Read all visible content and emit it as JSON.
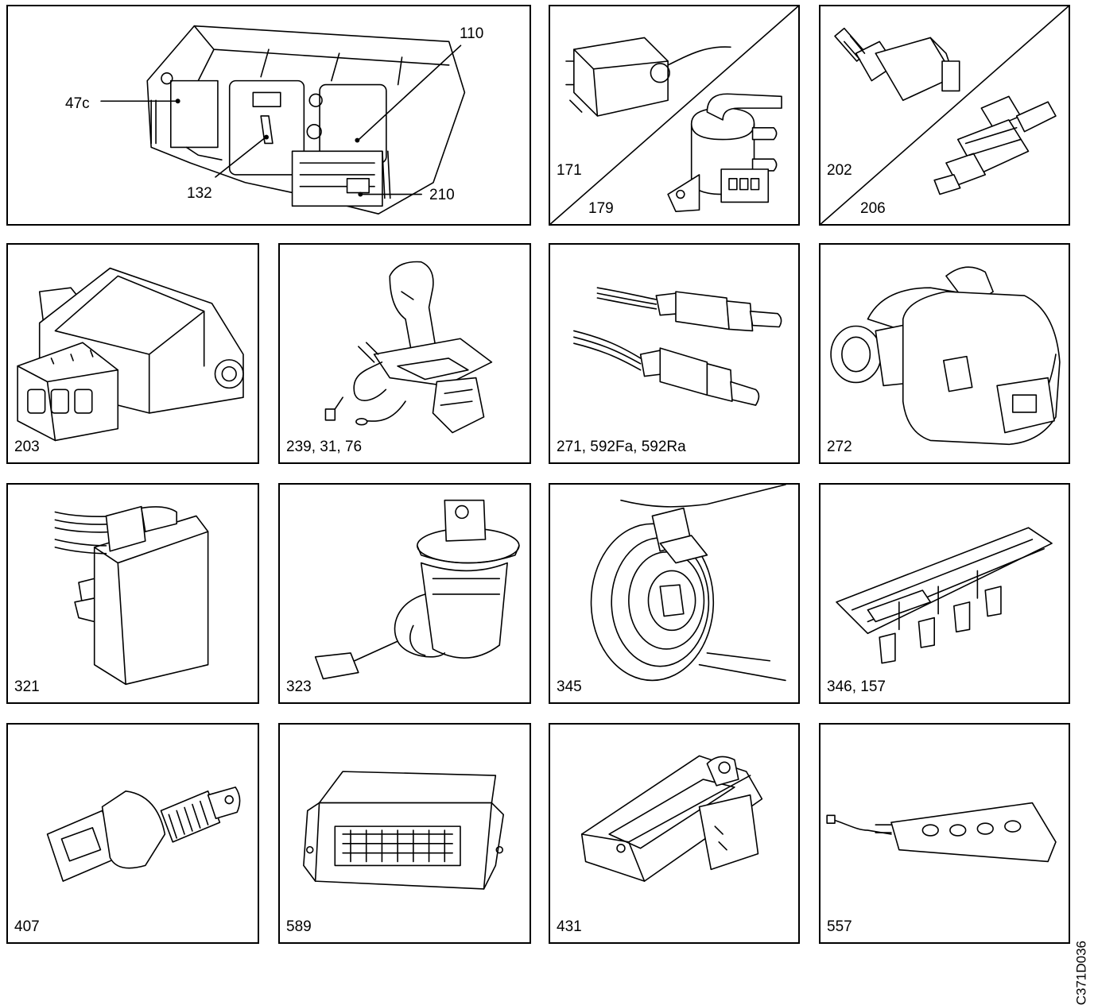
{
  "figure_code": "C371D036",
  "panels": {
    "cluster": {
      "labels": {
        "a": "47c",
        "b": "110",
        "c": "132",
        "d": "210"
      }
    },
    "p171_179": {
      "label_a": "171",
      "label_b": "179"
    },
    "p202_206": {
      "label_a": "202",
      "label_b": "206"
    },
    "p203": {
      "label": "203"
    },
    "p239": {
      "label": "239, 31, 76"
    },
    "p271": {
      "label": "271, 592Fa, 592Ra"
    },
    "p272": {
      "label": "272"
    },
    "p321": {
      "label": "321"
    },
    "p323": {
      "label": "323"
    },
    "p345": {
      "label": "345"
    },
    "p346": {
      "label": "346, 157"
    },
    "p407": {
      "label": "407"
    },
    "p589": {
      "label": "589"
    },
    "p431": {
      "label": "431"
    },
    "p557": {
      "label": "557"
    }
  }
}
